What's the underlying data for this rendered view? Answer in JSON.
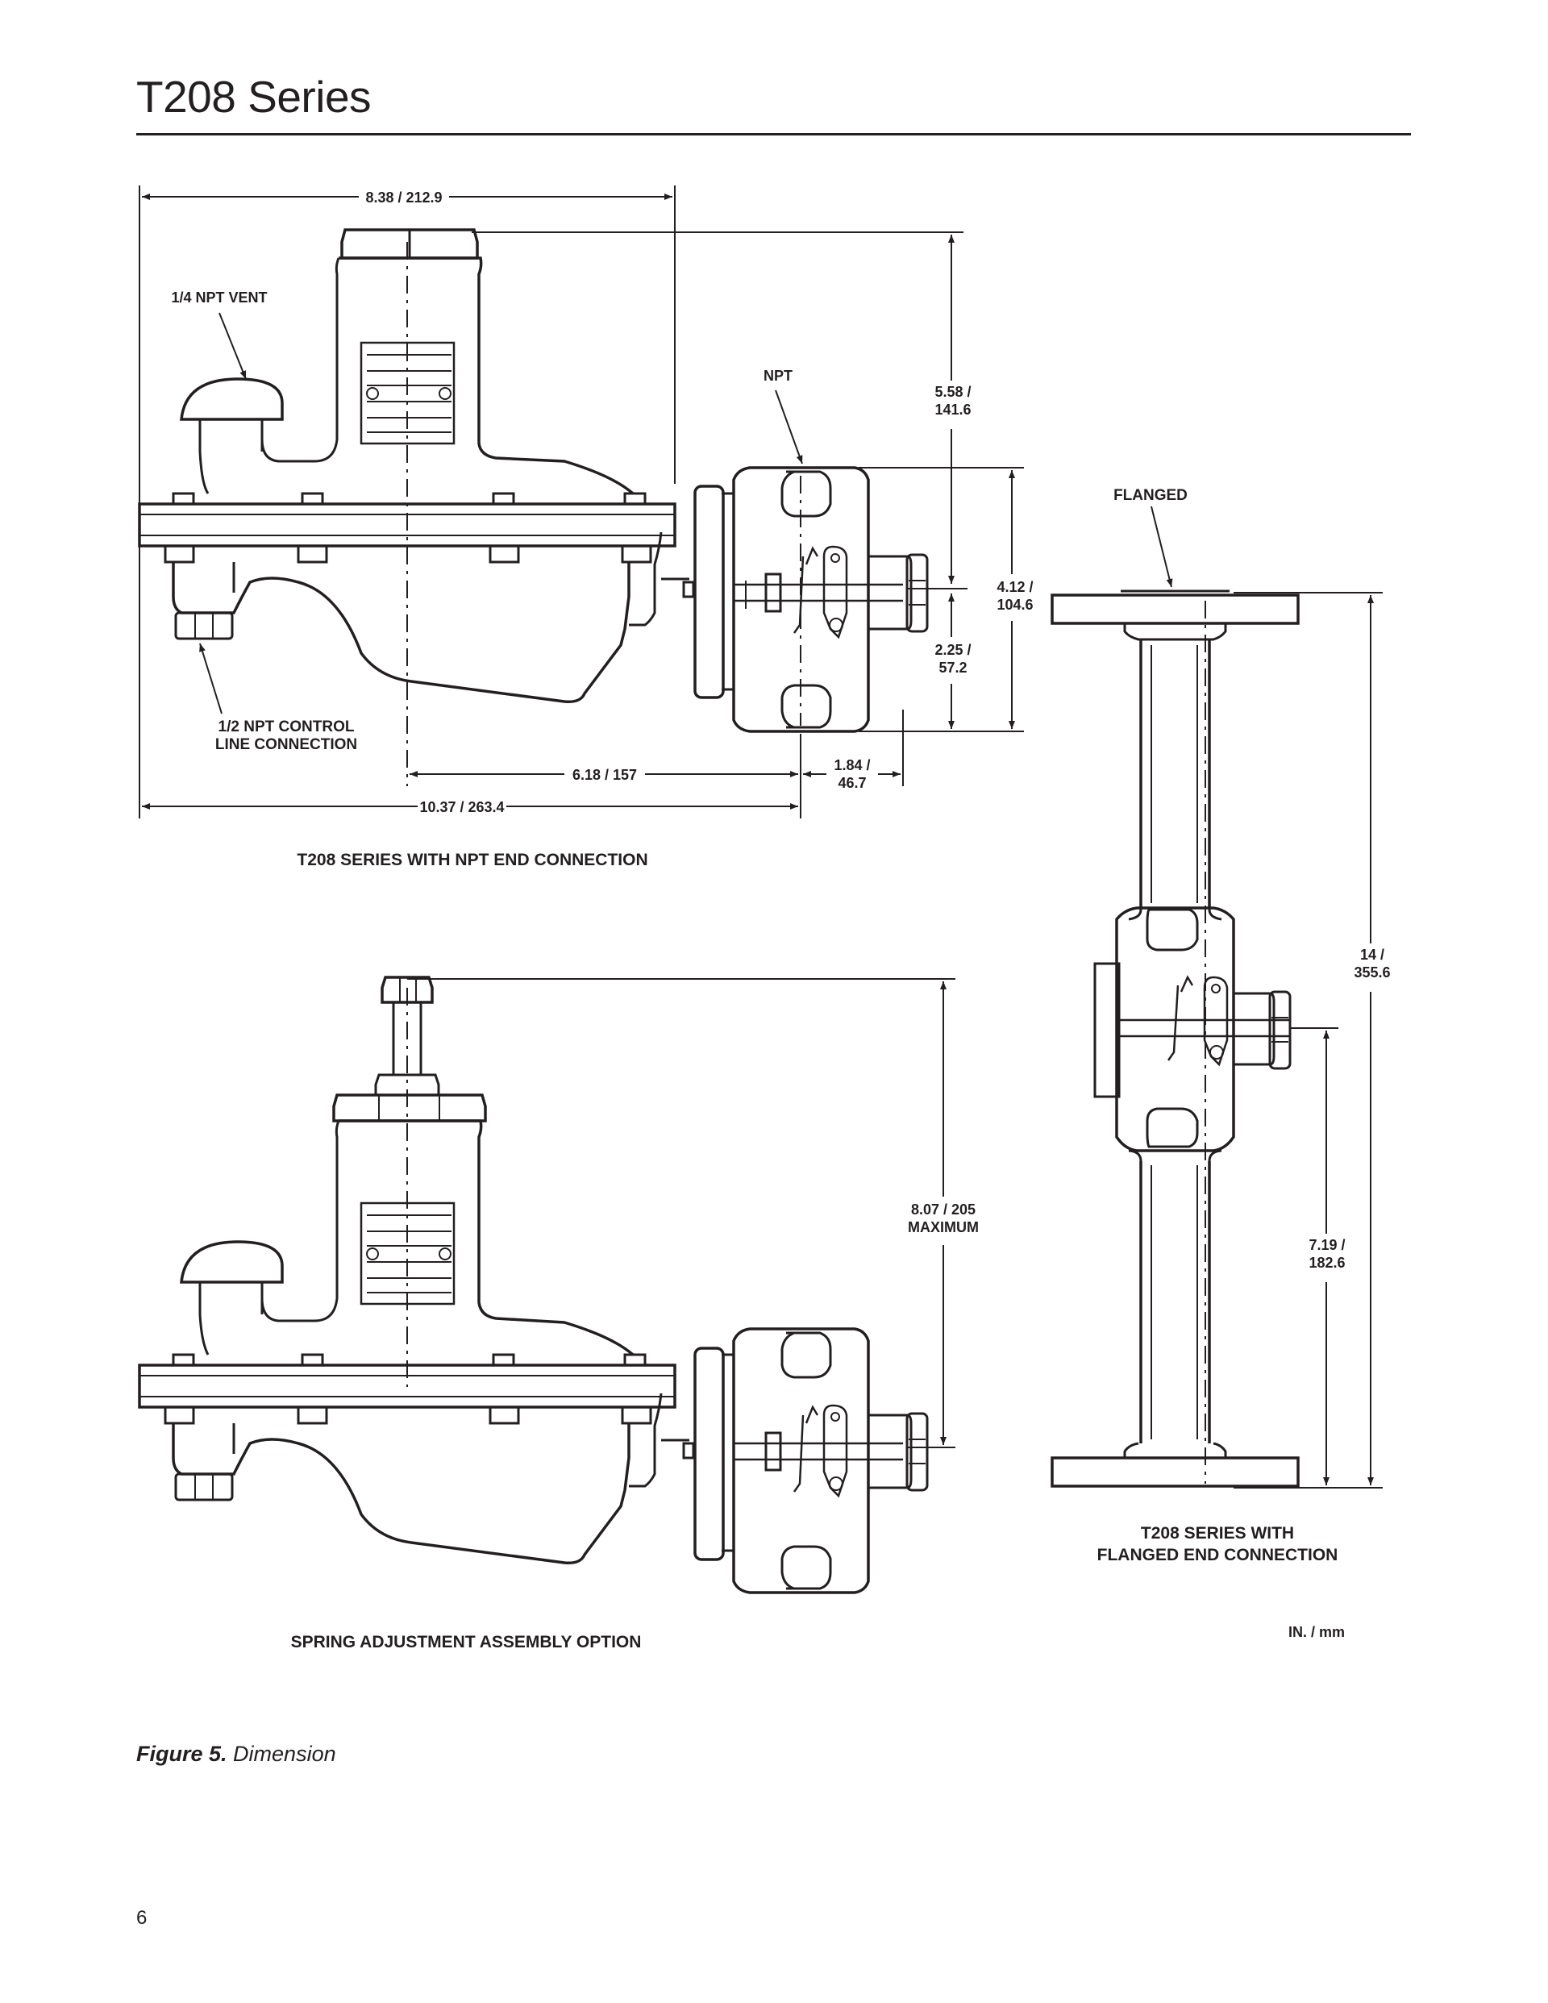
{
  "header": {
    "title": "T208 Series"
  },
  "dimensions": {
    "npt_overall_height": "8.38 / 212.9",
    "npt_top_height_a": "5.58 /",
    "npt_top_height_b": "141.6",
    "npt_body_height_a": "4.12 /",
    "npt_body_height_b": "104.6",
    "npt_lower_a": "2.25 /",
    "npt_lower_b": "57.2",
    "npt_center_to_end": "6.18 / 157",
    "npt_end_a": "1.84 /",
    "npt_end_b": "46.7",
    "npt_overall_width": "10.37 / 263.4",
    "spring_height_a": "8.07 / 205",
    "spring_height_b": "MAXIMUM",
    "flanged_overall_a": "14 /",
    "flanged_overall_b": "355.6",
    "flanged_lower_a": "7.19 /",
    "flanged_lower_b": "182.6"
  },
  "labels": {
    "vent": "1/4 NPT VENT",
    "npt": "NPT",
    "flanged": "FLANGED",
    "control_line_a": "1/2 NPT CONTROL",
    "control_line_b": "LINE CONNECTION",
    "units": "IN. / mm"
  },
  "view_titles": {
    "npt_view": "T208 SERIES WITH NPT END CONNECTION",
    "spring_view": "SPRING ADJUSTMENT ASSEMBLY OPTION",
    "flanged_view_a": "T208 SERIES WITH",
    "flanged_view_b": "FLANGED END CONNECTION"
  },
  "figure": {
    "label": "Figure 5.",
    "text": "Dimension"
  },
  "footer": {
    "page_number": "6"
  }
}
